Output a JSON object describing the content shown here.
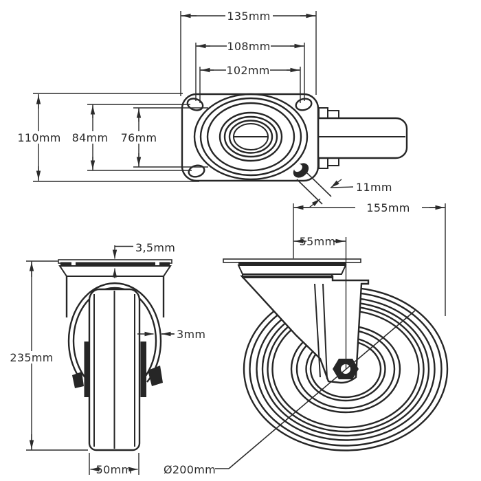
{
  "top_view": {
    "plate_width": "135mm",
    "hole_spacing_outer": "108mm",
    "hole_spacing_inner": "102mm",
    "plate_height": "110mm",
    "hole_spacing_vertical": "84mm",
    "hole_spacing_vertical_inner": "76mm",
    "slot_width": "11mm"
  },
  "front_view": {
    "plate_thickness": "3,5mm",
    "fork_thickness": "3mm",
    "total_height": "235mm",
    "wheel_width": "50mm"
  },
  "side_view": {
    "swivel_length": "155mm",
    "swivel_offset": "55mm",
    "wheel_diameter": "Ø200mm"
  },
  "colors": {
    "line": "#2b2b2b",
    "background": "#ffffff"
  }
}
